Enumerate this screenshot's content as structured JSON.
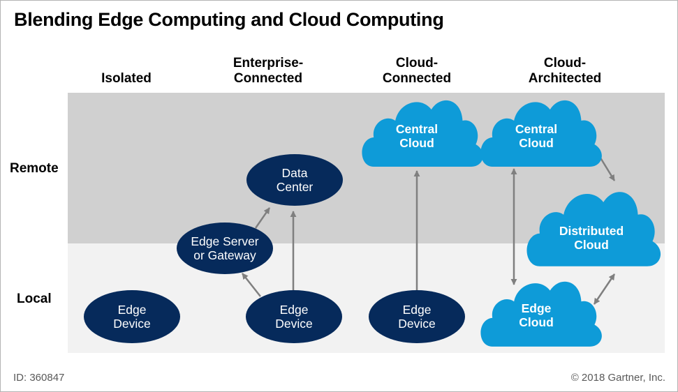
{
  "title": "Blending Edge Computing and Cloud Computing",
  "columns": [
    {
      "line1": "",
      "line2": "Isolated"
    },
    {
      "line1": "Enterprise-",
      "line2": "Connected"
    },
    {
      "line1": "Cloud-",
      "line2": "Connected"
    },
    {
      "line1": "Cloud-",
      "line2": "Architected"
    }
  ],
  "rows": {
    "remote": "Remote",
    "local": "Local"
  },
  "nodes": {
    "isolated_edge_device": {
      "line1": "Edge",
      "line2": "Device"
    },
    "enterprise_data_center": {
      "line1": "Data",
      "line2": "Center"
    },
    "enterprise_edge_server": {
      "line1": "Edge Server",
      "line2": "or Gateway"
    },
    "enterprise_edge_device": {
      "line1": "Edge",
      "line2": "Device"
    },
    "cloud_connected_central_cloud": {
      "line1": "Central",
      "line2": "Cloud"
    },
    "cloud_connected_edge_device": {
      "line1": "Edge",
      "line2": "Device"
    },
    "architected_central_cloud": {
      "line1": "Central",
      "line2": "Cloud"
    },
    "architected_distributed_cloud": {
      "line1": "Distributed",
      "line2": "Cloud"
    },
    "architected_edge_cloud": {
      "line1": "Edge",
      "line2": "Cloud"
    }
  },
  "footer": {
    "id": "ID: 360847",
    "copyright": "© 2018 Gartner, Inc."
  },
  "colors": {
    "dark_node": "#062a5b",
    "cloud": "#0e9bd8",
    "arrow": "#7f7f7f",
    "remote_band": "#d0d0d0",
    "local_band": "#f2f2f2"
  }
}
